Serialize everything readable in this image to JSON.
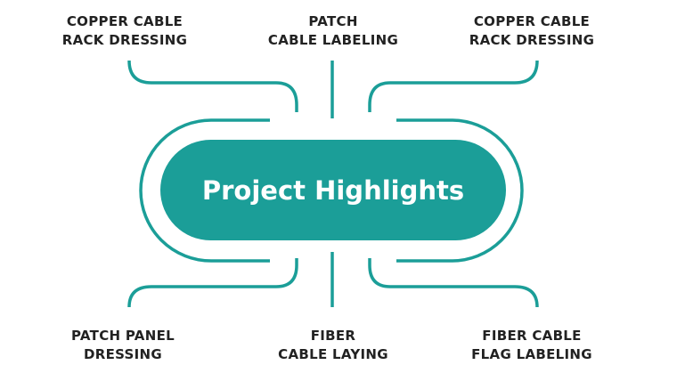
{
  "center": {
    "title": "Project Highlights"
  },
  "colors": {
    "accent": "#1b9e98",
    "text": "#222222"
  },
  "items": [
    {
      "line1": "COPPER CABLE",
      "line2": "RACK DRESSING"
    },
    {
      "line1": "PATCH",
      "line2": "CABLE LABELING"
    },
    {
      "line1": "COPPER CABLE",
      "line2": "RACK DRESSING"
    },
    {
      "line1": "PATCH PANEL",
      "line2": "DRESSING"
    },
    {
      "line1": "FIBER",
      "line2": "CABLE LAYING"
    },
    {
      "line1": "FIBER CABLE",
      "line2": "FLAG LABELING"
    }
  ]
}
